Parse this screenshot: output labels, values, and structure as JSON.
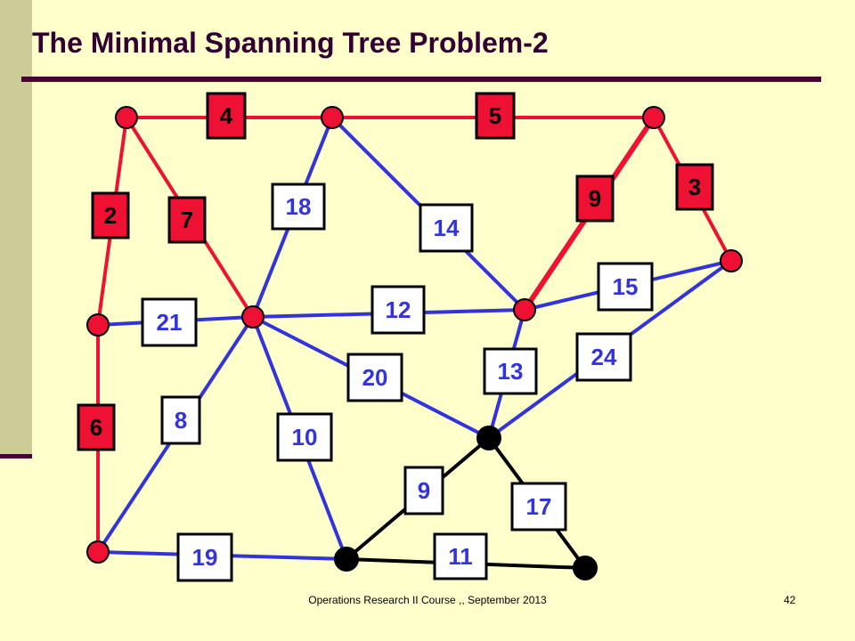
{
  "slide": {
    "title": "The Minimal Spanning Tree Problem-2",
    "footer": "Operations Research II Course ,, September 2013",
    "page_number": "42"
  },
  "colors": {
    "background": "#ffffcc",
    "tree_edge": "#ee1133",
    "tree_node": "#ee1133",
    "candidate_edge": "#3333dd",
    "weight_text": "#3333dd",
    "other_edge": "#000000",
    "other_node": "#000000",
    "title": "#330033"
  },
  "graph": {
    "nodes": [
      {
        "id": "A",
        "status": "tree"
      },
      {
        "id": "B",
        "status": "tree"
      },
      {
        "id": "C",
        "status": "tree"
      },
      {
        "id": "D",
        "status": "tree"
      },
      {
        "id": "E",
        "status": "tree"
      },
      {
        "id": "F",
        "status": "tree"
      },
      {
        "id": "G",
        "status": "tree"
      },
      {
        "id": "H",
        "status": "tree"
      },
      {
        "id": "I",
        "status": "other"
      },
      {
        "id": "J",
        "status": "other"
      },
      {
        "id": "K",
        "status": "other"
      }
    ],
    "edges": [
      {
        "from": "A",
        "to": "B",
        "weight": "4",
        "status": "tree"
      },
      {
        "from": "B",
        "to": "C",
        "weight": "5",
        "status": "tree"
      },
      {
        "from": "A",
        "to": "D",
        "weight": "2",
        "status": "tree"
      },
      {
        "from": "A",
        "to": "E",
        "weight": "7",
        "status": "tree"
      },
      {
        "from": "C",
        "to": "G",
        "weight": "3",
        "status": "tree"
      },
      {
        "from": "C",
        "to": "F",
        "weight": "9",
        "status": "tree"
      },
      {
        "from": "D",
        "to": "H",
        "weight": "6",
        "status": "tree"
      },
      {
        "from": "B",
        "to": "E",
        "weight": "18",
        "status": "candidate"
      },
      {
        "from": "B",
        "to": "F",
        "weight": "14",
        "status": "candidate"
      },
      {
        "from": "F",
        "to": "G",
        "weight": "15",
        "status": "candidate"
      },
      {
        "from": "E",
        "to": "F",
        "weight": "12",
        "status": "candidate"
      },
      {
        "from": "D",
        "to": "E",
        "weight": "21",
        "status": "candidate"
      },
      {
        "from": "E",
        "to": "I",
        "weight": "20",
        "status": "candidate"
      },
      {
        "from": "F",
        "to": "I",
        "weight": "13",
        "status": "candidate"
      },
      {
        "from": "G",
        "to": "I",
        "weight": "24",
        "status": "candidate"
      },
      {
        "from": "E",
        "to": "H",
        "weight": "8",
        "status": "candidate"
      },
      {
        "from": "E",
        "to": "J",
        "weight": "10",
        "status": "candidate"
      },
      {
        "from": "H",
        "to": "J",
        "weight": "19",
        "status": "candidate"
      },
      {
        "from": "I",
        "to": "J",
        "weight": "9",
        "status": "other"
      },
      {
        "from": "I",
        "to": "K",
        "weight": "17",
        "status": "other"
      },
      {
        "from": "J",
        "to": "K",
        "weight": "11",
        "status": "other"
      }
    ]
  }
}
